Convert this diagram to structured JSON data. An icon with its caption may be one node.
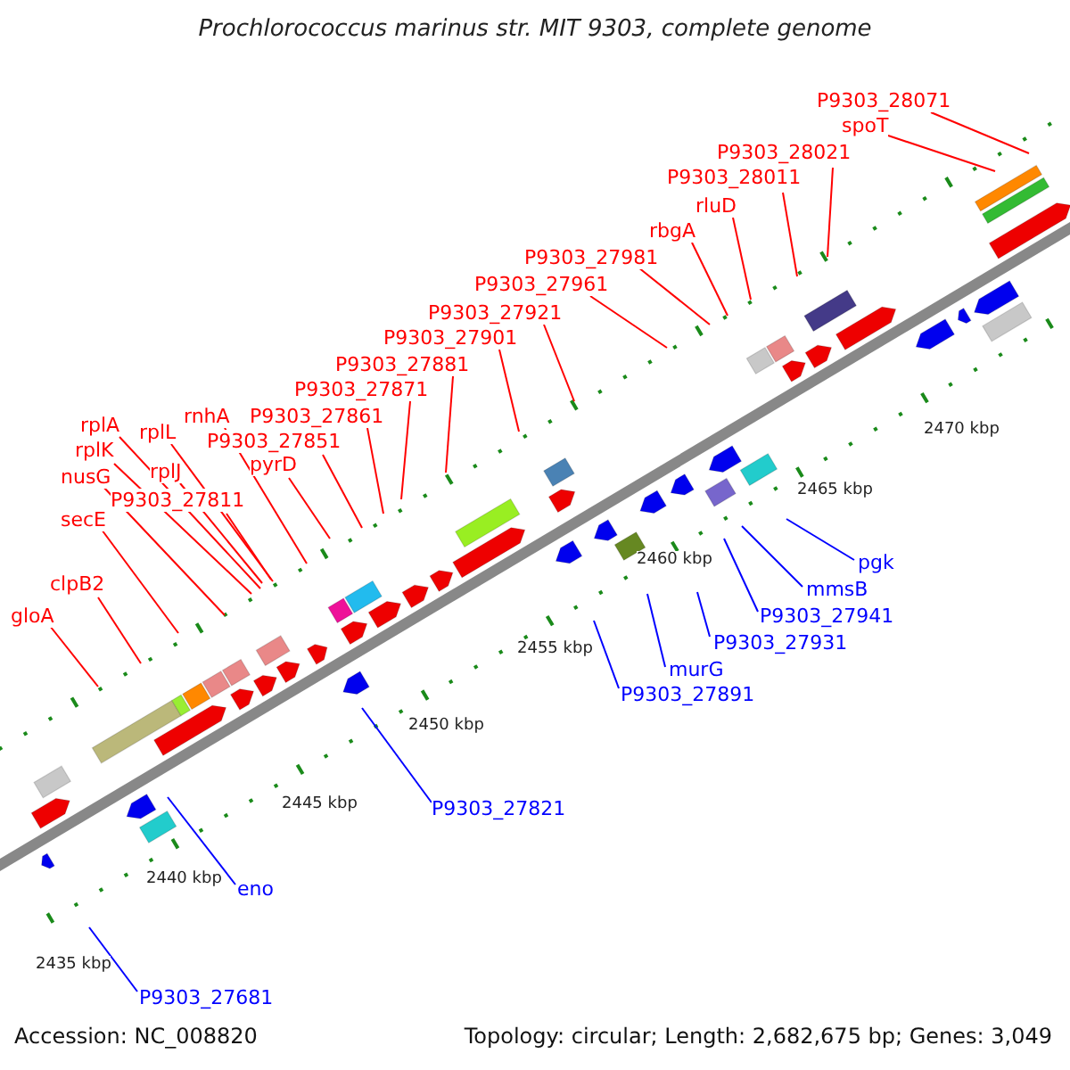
{
  "diagram": {
    "title": "Prochlorococcus marinus str. MIT 9303, complete genome",
    "nodes": [
      {
        "text": [
          "P9303_28071"
        ]
      },
      {
        "text": [
          "spoT"
        ]
      },
      {
        "text": [
          "P9303_28021"
        ]
      },
      {
        "text": [
          "P9303_28011"
        ]
      },
      {
        "text": [
          "rluD"
        ]
      },
      {
        "text": [
          "rbgA"
        ]
      },
      {
        "text": [
          "P9303_27981"
        ]
      },
      {
        "text": [
          "P9303_27961"
        ]
      },
      {
        "text": [
          "P9303_27921"
        ]
      },
      {
        "text": [
          "P9303_27901"
        ]
      },
      {
        "text": [
          "P9303_27881"
        ]
      },
      {
        "text": [
          "P9303_27871"
        ]
      },
      {
        "text": [
          "P9303_27861"
        ]
      },
      {
        "text": [
          "rnhA"
        ]
      },
      {
        "text": [
          "P9303_27851"
        ]
      },
      {
        "text": [
          "pyrD"
        ]
      },
      {
        "text": [
          "rplL"
        ]
      },
      {
        "text": [
          "rplA"
        ]
      },
      {
        "text": [
          "rplK"
        ]
      },
      {
        "text": [
          "rplJ"
        ]
      },
      {
        "text": [
          "nusG"
        ]
      },
      {
        "text": [
          "P9303_27811"
        ]
      },
      {
        "text": [
          "secE"
        ]
      },
      {
        "text": [
          "clpB2"
        ]
      },
      {
        "text": [
          "gloA"
        ]
      },
      {
        "text": [
          "pgk"
        ]
      },
      {
        "text": [
          "mmsB"
        ]
      },
      {
        "text": [
          "P9303_27941"
        ]
      },
      {
        "text": [
          "P9303_27931"
        ]
      },
      {
        "text": [
          "murG"
        ]
      },
      {
        "text": [
          "P9303_27891"
        ]
      },
      {
        "text": [
          "P9303_27821"
        ]
      },
      {
        "text": [
          "eno"
        ]
      },
      {
        "text": [
          "P9303_27681"
        ]
      }
    ],
    "edges": [
      {
        "from": 0,
        "to": null,
        "arrow": "none"
      },
      {
        "from": 1,
        "to": null,
        "arrow": "none"
      },
      {
        "from": 2,
        "to": null,
        "arrow": "none"
      },
      {
        "from": 3,
        "to": null,
        "arrow": "none"
      },
      {
        "from": 4,
        "to": null,
        "arrow": "none"
      },
      {
        "from": 5,
        "to": null,
        "arrow": "none"
      },
      {
        "from": 6,
        "to": null,
        "arrow": "none"
      },
      {
        "from": 7,
        "to": null,
        "arrow": "none"
      },
      {
        "from": 8,
        "to": null,
        "arrow": "none"
      },
      {
        "from": 9,
        "to": null,
        "arrow": "none"
      },
      {
        "from": 10,
        "to": null,
        "arrow": "none"
      },
      {
        "from": 11,
        "to": null,
        "arrow": "none"
      },
      {
        "from": 12,
        "to": null,
        "arrow": "none"
      },
      {
        "from": 13,
        "to": null,
        "arrow": "none"
      },
      {
        "from": 14,
        "to": null,
        "arrow": "none"
      },
      {
        "from": 15,
        "to": null,
        "arrow": "none"
      },
      {
        "from": 16,
        "to": null,
        "arrow": "none"
      },
      {
        "from": 17,
        "to": null,
        "arrow": "none"
      },
      {
        "from": 18,
        "to": null,
        "arrow": "none"
      },
      {
        "from": 19,
        "to": null,
        "arrow": "none"
      },
      {
        "from": 20,
        "to": null,
        "arrow": "none"
      },
      {
        "from": 21,
        "to": null,
        "arrow": "none"
      },
      {
        "from": 22,
        "to": null,
        "arrow": "none"
      },
      {
        "from": 23,
        "to": null,
        "arrow": "none"
      },
      {
        "from": 24,
        "to": null,
        "arrow": "none"
      },
      {
        "from": 25,
        "to": null,
        "arrow": "none",
        "color": "#0000ff"
      },
      {
        "from": 26,
        "to": null,
        "arrow": "none",
        "color": "#0000ff"
      },
      {
        "from": 27,
        "to": null,
        "arrow": "none",
        "color": "#0000ff"
      },
      {
        "from": 28,
        "to": null,
        "arrow": "none",
        "color": "#0000ff"
      },
      {
        "from": 29,
        "to": null,
        "arrow": "none",
        "color": "#0000ff"
      },
      {
        "from": 30,
        "to": null,
        "arrow": "none",
        "color": "#0000ff"
      },
      {
        "from": 31,
        "to": null,
        "arrow": "none",
        "color": "#0000ff"
      },
      {
        "from": 32,
        "to": null,
        "arrow": "none",
        "color": "#0000ff"
      },
      {
        "from": 33,
        "to": null,
        "arrow": "none",
        "color": "#0000ff"
      }
    ],
    "labels": [
      "2470 kbp",
      "2465 kbp",
      "2460 kbp",
      "2455 kbp",
      "2450 kbp",
      "2445 kbp",
      "2440 kbp",
      "2435 kbp",
      "Accession: NC_008820",
      "Topology: circular; Length: 2,682,675 bp; Genes: 3,049"
    ]
  }
}
